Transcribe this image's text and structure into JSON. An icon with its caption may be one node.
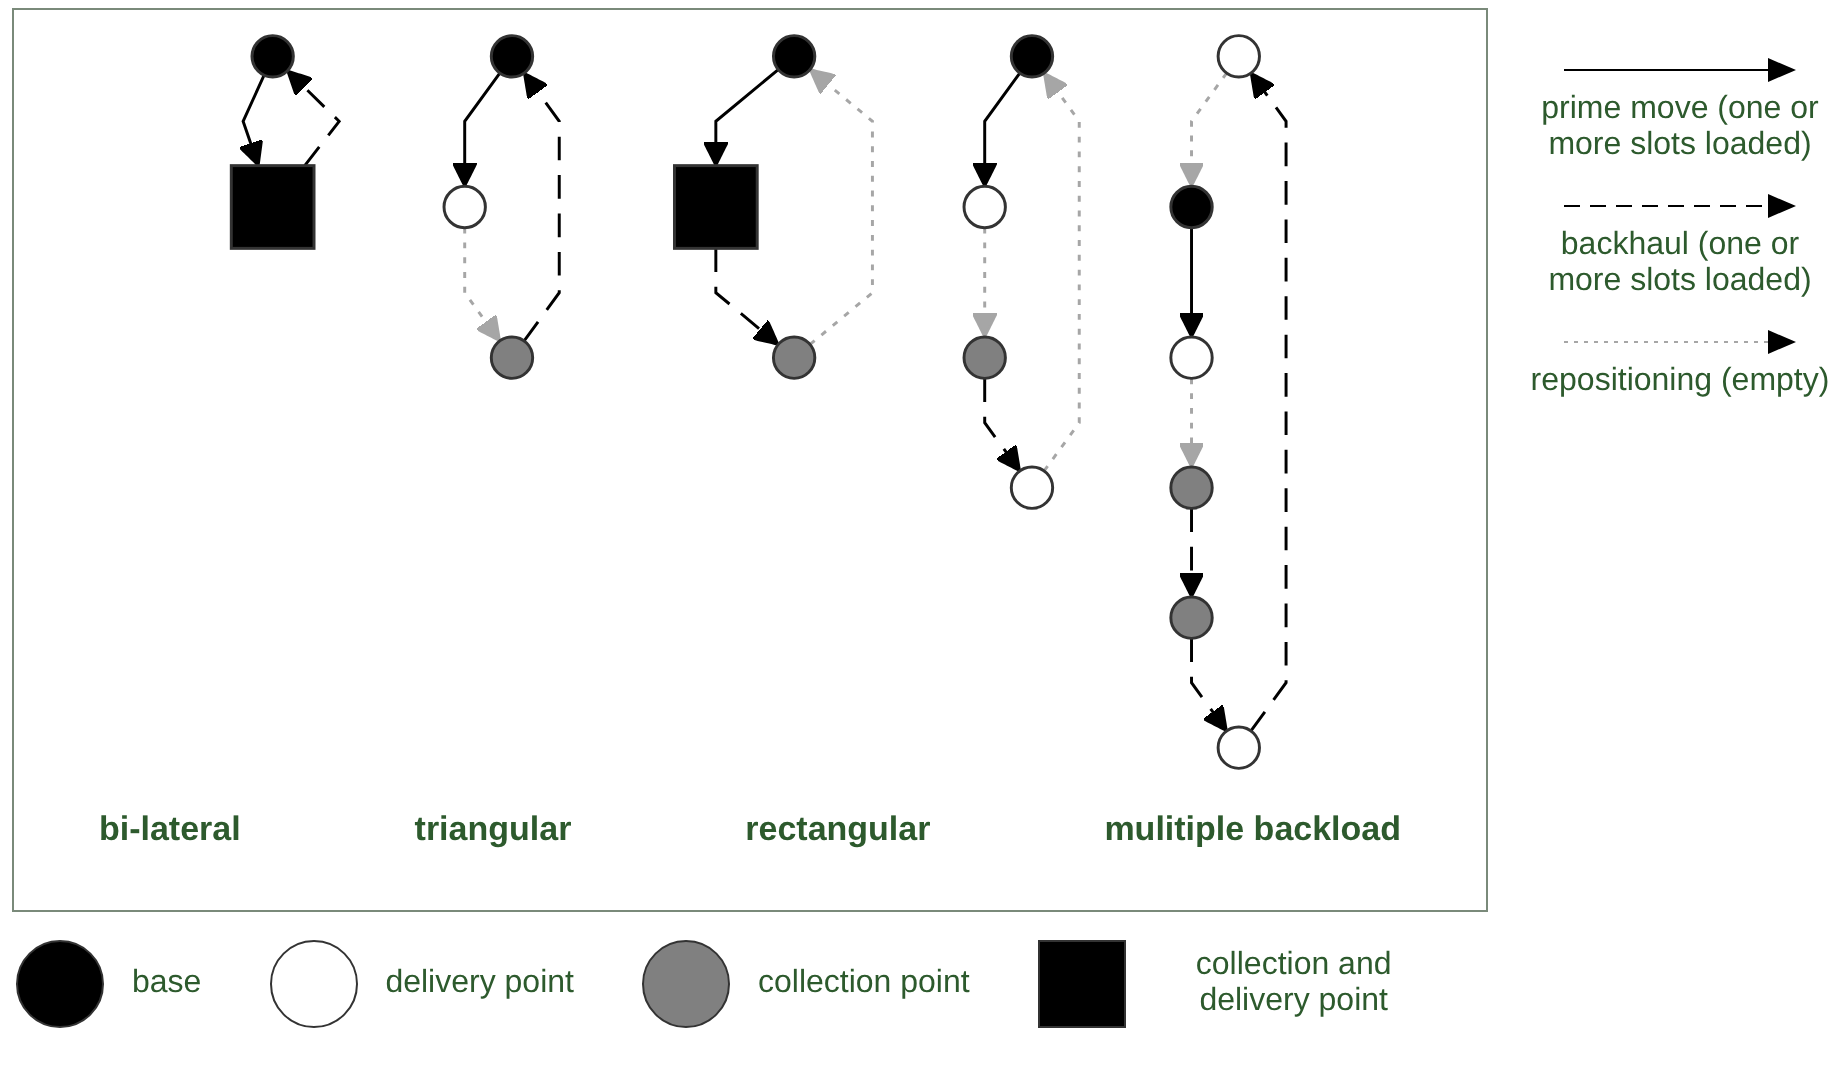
{
  "diagram": {
    "nodes": [
      {
        "text": [],
        "shape": "circle"
      },
      {
        "text": [],
        "shape": "box"
      },
      {
        "text": [],
        "shape": "circle"
      },
      {
        "text": [],
        "shape": "circle"
      },
      {
        "text": [],
        "shape": "circle"
      },
      {
        "text": [],
        "shape": "circle"
      },
      {
        "text": [],
        "shape": "circle"
      },
      {
        "text": [],
        "shape": "box"
      },
      {
        "text": [],
        "shape": "circle"
      },
      {
        "text": [],
        "shape": "circle"
      },
      {
        "text": [],
        "shape": "circle"
      },
      {
        "text": [],
        "shape": "circle"
      },
      {
        "text": [],
        "shape": "circle"
      },
      {
        "text": [],
        "shape": "circle"
      },
      {
        "text": [],
        "shape": "circle"
      },
      {
        "text": [],
        "shape": "circle"
      },
      {
        "text": [],
        "shape": "circle"
      },
      {
        "text": [],
        "shape": "circle"
      }
    ],
    "edges": [
      {
        "from": 0,
        "to": 1,
        "arrow": "to"
      },
      {
        "from": 1,
        "to": 0,
        "arrow": "to",
        "style": "dashed"
      },
      {
        "from": 2,
        "to": 3,
        "arrow": "to"
      },
      {
        "from": 3,
        "to": 4,
        "arrow": "to",
        "style": "dashed",
        "color": "#a6a6a6"
      },
      {
        "from": 4,
        "to": 2,
        "arrow": "to",
        "style": "dashed"
      },
      {
        "from": 5,
        "to": 7,
        "arrow": "to"
      },
      {
        "from": 7,
        "to": 6,
        "arrow": "to",
        "style": "dashed"
      },
      {
        "from": 6,
        "to": 5,
        "arrow": "to",
        "style": "dashed",
        "color": "#a6a6a6"
      },
      {
        "from": 8,
        "to": 10,
        "arrow": "to"
      },
      {
        "from": 10,
        "to": 11,
        "arrow": "to",
        "style": "dashed",
        "color": "#a6a6a6"
      },
      {
        "from": 11,
        "to": 9,
        "arrow": "to",
        "style": "dashed"
      },
      {
        "from": 9,
        "to": 8,
        "arrow": "to",
        "style": "dashed",
        "color": "#a6a6a6"
      },
      {
        "from": 13,
        "to": 16,
        "arrow": "to"
      },
      {
        "from": 16,
        "to": 17,
        "arrow": "to",
        "style": "dashed",
        "color": "#a6a6a6"
      },
      {
        "from": 17,
        "to": 15,
        "arrow": "to",
        "style": "dashed"
      },
      {
        "from": 15,
        "to": 14,
        "arrow": "to",
        "style": "dashed"
      },
      {
        "from": 14,
        "to": 12,
        "arrow": "to",
        "style": "dashed"
      },
      {
        "from": 12,
        "to": 13,
        "arrow": "to",
        "style": "dashed",
        "color": "#a6a6a6"
      }
    ],
    "labels": [
      "bi-lateral",
      "triangular",
      "rectangular",
      "mulitiple backload"
    ],
    "legend": [
      {
        "text": "prime move (one or more slots loaded)"
      },
      {
        "text": "backhaul (one or more slots loaded)"
      },
      {
        "text": "repositioning (empty)"
      },
      {
        "text": "base",
        "color": "#000000"
      },
      {
        "text": "delivery point",
        "color": "#ffffff"
      },
      {
        "text": "collection point",
        "color": "#808080"
      },
      {
        "text": "collection and delivery point",
        "color": "#000000"
      }
    ]
  }
}
